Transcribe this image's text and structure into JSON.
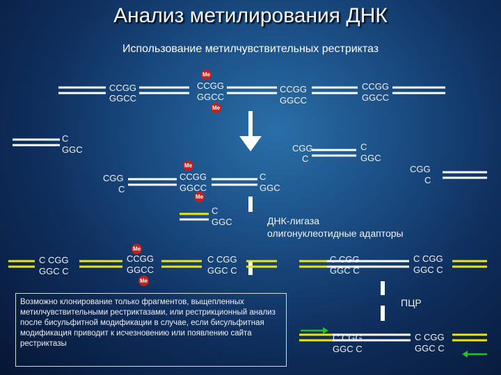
{
  "title": "Анализ метилирования ДНК",
  "subtitle": "Использование метилчувствительных рестриктаз",
  "methyl_label": "Me",
  "top": {
    "left_top": "CCGG",
    "left_bottom": "GGCC",
    "mid_top": "CCGG",
    "mid_bottom": "GGCC",
    "right1_top": "CCGG",
    "right1_bottom": "GGCC",
    "right2_top": "CCGG",
    "right2_bottom": "GGCC"
  },
  "row2": {
    "a_top": "C",
    "a_bottom": "GGC",
    "b_top": "CGG",
    "b_bottom": "C",
    "c_top": "C",
    "c_bottom": "GGC",
    "d_top": "CGG",
    "d_bottom": "C"
  },
  "row3": {
    "a_top": "CGG",
    "a_bottom": "C",
    "b_top": "CCGG",
    "b_bottom": "GGCC",
    "c_top": "C",
    "c_bottom": "GGC"
  },
  "row4": {
    "a_top": "C",
    "a_bottom": "GGC"
  },
  "ligase_label_1": "ДНК-лигаза",
  "ligase_label_2": "олигонуклеотидные адапторы",
  "row5": {
    "a_top": "C  CGG",
    "a_bottom": "GGC  C",
    "b_top": "CCGG",
    "b_bottom": "GGCC",
    "c_top": "C  CGG",
    "c_bottom": "GGC  C",
    "d_top": "C CGG",
    "d_bottom": "GGC C",
    "e_top": "C CGG",
    "e_bottom": "GGC C"
  },
  "pcr_label": "ПЦР",
  "row6": {
    "a_top": "C  CGG",
    "a_bottom": "GGC  C",
    "b_top": "C CGG",
    "b_bottom": "GGC C"
  },
  "note": "Возможно клонирование только фрагментов, выщепленных метилчувствительными рестриктазами, или рестрикционный анализ после бисульфитной модификации в случае, если бисульфитная модификация приводит к исчезновению или появлению сайта рестриктазы",
  "colors": {
    "dna": "#ffffff",
    "adapter": "#f2e600",
    "methyl": "#c81e1e",
    "primer": "#22c41b"
  }
}
